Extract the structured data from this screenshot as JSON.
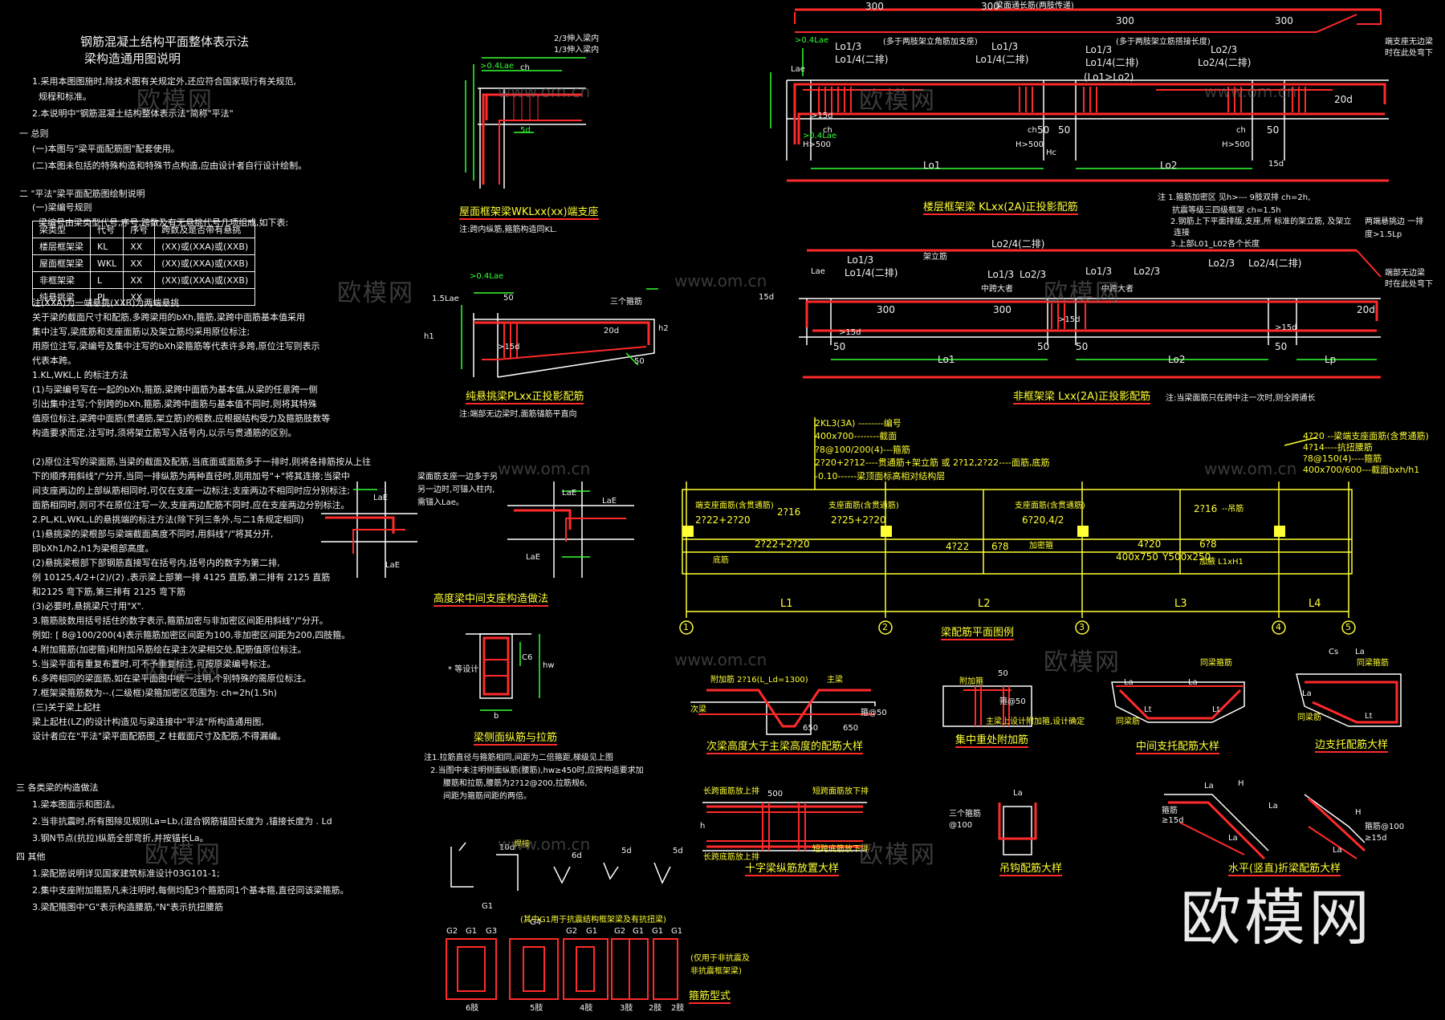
{
  "left": {
    "title1": "钢筋混凝土结构平面整体表示法",
    "title2": "梁构造通用图说明",
    "intro": [
      "1.采用本图图施时,除技术图有关规定外,还应符合国家现行有关规范,",
      "规程和标准。",
      "2.本说明中\"钢筋混凝土结构整体表示法\"简称\"平法\""
    ],
    "s1": "一 总则",
    "s1_items": [
      "(一)本图与\"梁平面配筋图\"配套使用。",
      "(二)本图未包括的特殊构造和特殊节点构造,应由设计者自行设计绘制。"
    ],
    "s2": "二 \"平法\"梁平面配筋图绘制说明",
    "s2_1": "(一)梁编号规则",
    "s2_desc": "梁编号由梁类型代号,序号,跨数及有无悬挑代号几项组成,如下表:",
    "table": {
      "header": [
        "梁类型",
        "代号",
        "序号",
        "跨数及是否带有悬挑"
      ],
      "rows": [
        [
          "楼层框架梁",
          "KL",
          "XX",
          "(XX)或(XXA)或(XXB)"
        ],
        [
          "屋面框架梁",
          "WKL",
          "XX",
          "(XX)或(XXA)或(XXB)"
        ],
        [
          "非框架梁",
          "L",
          "XX",
          "(XX)或(XXA)或(XXB)"
        ],
        [
          "纯悬挑梁",
          "PL",
          "XX",
          ""
        ]
      ]
    },
    "notes": [
      "注(XXA)为一端悬挑(XXB)为两端悬挑",
      "关于梁的截面尺寸和配筋,多跨梁用的bXh,箍筋,梁跨中面筋基本值采用",
      "集中注写,梁底筋和支座面筋以及架立筋均采用原位标注;",
      "用原位注写,梁编号及集中注写的bXh梁箍筋等代表许多跨,原位注写则表示",
      "代表本跨。",
      "1.KL,WKL,L 的标注方法",
      "(1)与梁编号写在一起的bXh,箍筋,梁跨中面筋为基本值,从梁的任意跨一侧",
      "引出集中注写;个别跨的bXh,箍筋,梁跨中面筋与基本值不同时,则将其特殊",
      "值原位标注,梁跨中面筋(贯通筋,架立筋)的根数,应根据结构受力及箍筋肢数等",
      "构造要求而定,注写时,须将架立筋写入括号内,以示与贯通筋的区别。",
      "",
      "(2)原位注写的梁面筋,当梁的截面及配筋,当底面或面筋多于一排时,则将各排筋按从上往",
      "下的顺序用斜线\"/\"分开,当同一排纵筋为两种直径时,则用加号\"+\"将其连接;当梁中",
      "间支座两边的上部纵筋相同时,可仅在支座一边标注;支座两边不相同时应分别标注;",
      "面筋相同时,则可不在原位注写一次,支座两边配筋不同时,应在支座两边分别标注。",
      "2.PL,KL,WKL,L的悬挑端的标注方法(除下列三条外,与二1条规定相同)",
      "(1)悬挑梁的梁根部与梁端截面高度不同时,用斜线\"/\"将其分开,",
      "即bXh1/h2,h1为梁根部高度。",
      "(2)悬挑梁根部下部钢筋直接写在括号内,括号内的数字为第二排,",
      "例 10125,4/2+(2)/(2)  ,表示梁上部第一排 4125 直筋,第二排有 2125 直筋",
      "和2125  弯下筋,第三排有  2125  弯下筋",
      "(3)必要时,悬挑梁尺寸用\"X\".",
      "3.箍筋肢数用括号括住的数字表示,箍筋加密与非加密区间距用斜线\"/\"分开。",
      "例如: [ 8@100/200(4)表示箍筋加密区间距为100,非加密区间距为200,四肢箍。",
      "4.附加箍筋(加密箍)和附加吊筋绘在梁主次梁相交处,配筋值原位标注。",
      "5.当梁平面有重复布置时,可不予重复标注,可按原梁编号标注。",
      "6.多跨相同的梁面筋,如在梁平面图中统一注明,个别特殊的需原位标注。",
      "7.框架梁箍筋数为--.(二级框)梁箍加密区范围为:    ch=2h(1.5h)",
      "(三)关于梁上起柱",
      "梁上起柱(LZ)的设计构造见与梁连接中\"平法\"所构造通用图,",
      "设计者应在\"平法\"梁平面配筋图_Z 柱截面尺寸及配筋,不得漏编。"
    ],
    "s3": "三 各类梁的构造做法",
    "s3_items": [
      "1.梁本图面示和图法。",
      "2.当非抗震时,所有图除见规则La=Lb,(混合钢筋锚固长度为  ,锚接长度为  .  Ld",
      "3.钢N节点(抗拉)纵筋全部弯折,并按锚长La。"
    ],
    "s4": "四 其他",
    "s4_items": [
      "1.梁配筋说明详见国家建筑标准设计03G101-1;",
      "2.集中支座附加箍筋凡未注明时,每侧均配3个箍筋同1个基本箍,直径同该梁箍筋。",
      "3.梁配箍图中\"G\"表示构造腰筋,\"N\"表示抗扭腰筋"
    ]
  },
  "mid": {
    "wkl_cap": "屋面框架梁WKLxx(xx)端支座",
    "wkl_note": "注:跨内纵筋,箍筋构造同KL.",
    "wkl_lbl": [
      "2/3伸入梁内",
      "1/3伸入梁内",
      ">0.4Lae",
      "5d",
      "ch"
    ],
    "pl_cap": "纯悬挑梁PLxx正投影配筋",
    "pl_note": "注:端部无边梁时,面筋锚筋平直向",
    "pl_lbl": [
      "1.5Lae",
      "50",
      "20d",
      ">15d",
      "50",
      "h1",
      "三个箍筋",
      ">0.4Lae",
      "h2"
    ],
    "joint_cap": "高度梁中间支座构造做法",
    "joint_note": [
      "梁面筋支座一边多于另",
      "另一边时,可锚入柱内,",
      "需锚入Lae。"
    ],
    "joint_lbl": [
      "LaE",
      "LaE",
      "LaE",
      "LaE",
      "LaE"
    ],
    "sect_cap": "梁侧面纵筋与拉筋",
    "sect_lbl": [
      "C6",
      "hw",
      "b",
      "* 等设计"
    ],
    "sect_notes": [
      "注1.拉筋直径与箍筋相同,间距为二倍箍距,梯级见上图",
      "2.当图中未注明侧面纵筋(腰筋),hw≥450时,应按构造要求加",
      "腰筋和拉筋,腰筋为2?12@200,拉筋规6,",
      "间距为箍筋间距的两倍。"
    ],
    "hook_lbl": [
      "焊接",
      "10d",
      "5d",
      "5d",
      "6d",
      "G1"
    ],
    "hook_note": "(其中G1用于抗震结构框架梁及有抗扭梁)",
    "stirrup_labels": [
      "6肢",
      "5肢",
      "4肢",
      "3肢",
      "2肢",
      "2肢"
    ],
    "stirrup_g": [
      "G2",
      "G1",
      "G3",
      "G4",
      "G2",
      "G1",
      "G2",
      "G1",
      "G1",
      "G1"
    ],
    "stirrup_note": [
      "(仅用于非抗震及",
      "非抗震框架梁)"
    ],
    "stirrup_cap": "箍筋型式"
  },
  "right": {
    "kl_cap": "楼层框架梁 KLxx(2A)正投影配筋",
    "kl_top": [
      "300",
      "300",
      "300",
      "300"
    ],
    "kl_lbl": [
      "Lo1/3",
      "Lo1/4(二排)",
      "Lo1/3",
      "Lo1/4(二排)",
      "Lo1/3",
      "Lo1/4(二排)",
      "Lo2/3",
      "Lo2/4(二排)",
      "(Lo1>Lo2)",
      "20d",
      ">15d",
      "Lo1",
      "Lo2",
      "ch",
      "ch",
      "ch",
      "50",
      "50",
      "50",
      "Hc",
      "15d",
      "H>500",
      "H>500",
      "H>500",
      ">0.4Lae",
      "Lae",
      ">0.4Lae"
    ],
    "kl_bracket": [
      "梁面通长筋(两肢传递)",
      "(多于两肢架立角筋加支座)",
      "(多于两肢架立筋搭接长度)",
      "端支座无边梁",
      "时在此处弯下"
    ],
    "kl_notes": [
      "注 1.箍筋加密区 见h>--- 9肢双排  ch=2h,",
      "抗震等级三四级框架  ch=1.5h",
      "2.钢筋上下平面排版,支座,所 标准的架立筋,  及架立",
      "  连接",
      "3.上部L01_L02各个长度"
    ],
    "l_cap": "非框架梁 Lxx(2A)正投影配筋",
    "l_note": "注:当梁面筋只在跨中注一次时,则全跨通长",
    "l_lbl": [
      "Lo2/4(二排)",
      "Lo1/3",
      "Lo1/4(二排)",
      "Lo1/3",
      "Lo2/3",
      "Lo1/3",
      "Lo2/3",
      "Lo2/3",
      "Lo2/4(二排)",
      "架立筋",
      "中跨大者",
      "中跨大者",
      "300",
      "300",
      "20d",
      "15d",
      ">15d",
      ">15d",
      ">15d",
      "50",
      "50",
      "50",
      "50",
      "Lo1",
      "Lo2",
      "Lp",
      "Lae",
      "两端悬挑边 一排",
      "度>1.5Lp",
      "端部无边梁",
      "时在此处弯下"
    ],
    "plan_annot": [
      "2KL3(3A) --------编号",
      "400x700--------截面",
      "?8@100/200(4)---箍筋",
      "2?20+2?12----贯通筋+架立筋 或 2?12,2?22----面筋,底筋",
      "-0.10------梁顶面标高相对结构层",
      "4?20 --梁端支座面筋(含贯通筋)",
      "4?14----抗扭腰筋",
      "?8@150(4)----箍筋",
      "400x700/600---截面bxh/h1"
    ],
    "plan_inner": [
      "端支座面筋(含贯通筋)",
      "2?22+2?20",
      "2?16",
      "2?22+2?20",
      "底筋",
      "支座面筋(含贯通筋)",
      "2?25+2?20",
      "4?22",
      "支座面筋(含贯通筋)",
      "6?20,4/2",
      "6?8",
      "加密箍",
      "2?16",
      "--吊筋",
      "4?20",
      "400x750",
      "Y500x250",
      "6?8",
      "加腋 L1xH1"
    ],
    "axis_spans": [
      "L1",
      "L2",
      "L3",
      "L4"
    ],
    "axis_nums": [
      "1",
      "2",
      "3",
      "4",
      "5"
    ],
    "plan_cap": "梁配筋平面图例",
    "d1_cap": "次梁高度大于主梁高度的配筋大样",
    "d1_lbl": [
      "附加筋 2?16(L_Ld=1300)",
      "主梁",
      "次梁",
      "650",
      "650",
      "箍@50"
    ],
    "d2_cap": "集中重处附加筋",
    "d2_lbl": [
      "50",
      "附加箍",
      "箍@50",
      "主梁上设计附加箍,设计确定"
    ],
    "d3_cap": "中间支托配筋大样",
    "d3_lbl": [
      "同梁箍筋",
      "La",
      "La",
      "同梁筋",
      "Lt",
      "Lt"
    ],
    "d4_cap": "边支托配筋大样",
    "d4_lbl": [
      "Cs",
      "La",
      "同梁箍筋",
      "La",
      "同梁筋",
      "Lt"
    ],
    "d5_cap": "十字梁纵筋放置大样",
    "d5_lbl": [
      "长跨面筋放上排",
      "短跨面筋放下排",
      "500",
      "h",
      "长跨底筋放上排",
      "短跨底筋放下排"
    ],
    "d6_cap": "吊钩配筋大样",
    "d6_lbl": [
      "La",
      "三个箍筋",
      "@100"
    ],
    "d7_cap": "水平(竖直)折梁配筋大样",
    "d7_lbl": [
      "La",
      "H",
      "箍筋",
      "La",
      "La",
      "La",
      "H",
      "箍筋@100",
      "≥15d",
      "≥15d"
    ]
  },
  "watermarks": {
    "cn": "欧模网",
    "url": "www.om.cn"
  },
  "brand": "欧模网",
  "colors": {
    "red": "#ff2a2a",
    "yellow": "#ffff33",
    "green": "#33ff33",
    "white": "#f2f2f2",
    "bg": "#000000"
  }
}
